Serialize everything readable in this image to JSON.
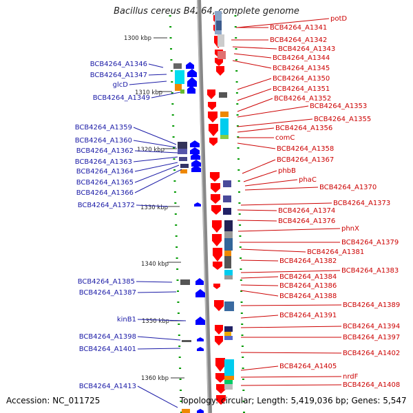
{
  "title": "Bacillus cereus B4264, complete genome",
  "footer": {
    "accession": "Accession: NC_011725",
    "topology": "Topology: circular; Length: 5,419,036 bp; Genes: 5,547"
  },
  "colors": {
    "forward_strand": "#ff0000",
    "reverse_strand": "#0000ff",
    "backbone": "#888888",
    "tick": "#009900",
    "label_right": "#cc0000",
    "label_left": "#1a1aa6"
  },
  "scale_ticks": [
    "1300 kbp",
    "1310 kbp",
    "1320 kbp",
    "1330 kbp",
    "1340 kbp",
    "1350 kbp",
    "1360 kbp"
  ],
  "left_labels": [
    "BCB4264_A1346",
    "BCB4264_A1347",
    "glcD",
    "BCB4264_A1349",
    "BCB4264_A1359",
    "BCB4264_A1360",
    "BCB4264_A1362",
    "BCB4264_A1363",
    "BCB4264_A1364",
    "BCB4264_A1365",
    "BCB4264_A1366",
    "BCB4264_A1372",
    "BCB4264_A1385",
    "BCB4264_A1387",
    "kinB1",
    "BCB4264_A1398",
    "BCB4264_A1401",
    "BCB4264_A1413"
  ],
  "right_labels": [
    "potD",
    "BCB4264_A1341",
    "BCB4264_A1342",
    "BCB4264_A1343",
    "BCB4264_A1344",
    "BCB4264_A1345",
    "BCB4264_A1350",
    "BCB4264_A1351",
    "BCB4264_A1352",
    "BCB4264_A1353",
    "BCB4264_A1355",
    "BCB4264_A1356",
    "comC",
    "BCB4264_A1358",
    "BCB4264_A1367",
    "phbB",
    "phaC",
    "BCB4264_A1370",
    "BCB4264_A1373",
    "BCB4264_A1374",
    "BCB4264_A1376",
    "phnX",
    "BCB4264_A1379",
    "BCB4264_A1381",
    "BCB4264_A1382",
    "BCB4264_A1383",
    "BCB4264_A1384",
    "BCB4264_A1386",
    "BCB4264_A1388",
    "BCB4264_A1389",
    "BCB4264_A1391",
    "BCB4264_A1394",
    "BCB4264_A1397",
    "BCB4264_A1402",
    "BCB4264_A1405",
    "nrdF",
    "BCB4264_A1408"
  ]
}
